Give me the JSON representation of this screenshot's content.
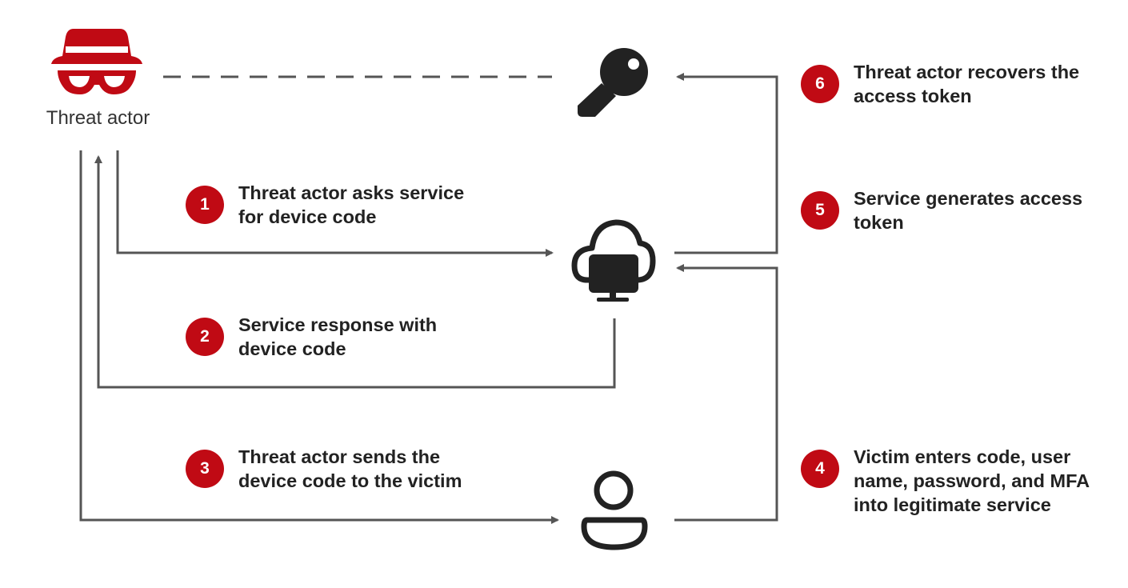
{
  "actor": {
    "label": "Threat actor"
  },
  "colors": {
    "accent": "#c00a14",
    "line": "#555555",
    "icon": "#222222"
  },
  "icons": [
    "threat-actor-icon",
    "key-icon",
    "cloud-service-icon",
    "victim-user-icon"
  ],
  "steps": [
    {
      "number": "1",
      "lines": [
        "Threat actor asks service",
        "for device code"
      ]
    },
    {
      "number": "2",
      "lines": [
        "Service response with",
        "device code"
      ]
    },
    {
      "number": "3",
      "lines": [
        "Threat actor sends the",
        "device code to the victim"
      ]
    },
    {
      "number": "4",
      "lines": [
        "Victim enters code, user",
        "name, password, and MFA",
        "into legitimate service"
      ]
    },
    {
      "number": "5",
      "lines": [
        "Service generates access",
        "token"
      ]
    },
    {
      "number": "6",
      "lines": [
        "Threat actor recovers the",
        "access token"
      ]
    }
  ]
}
